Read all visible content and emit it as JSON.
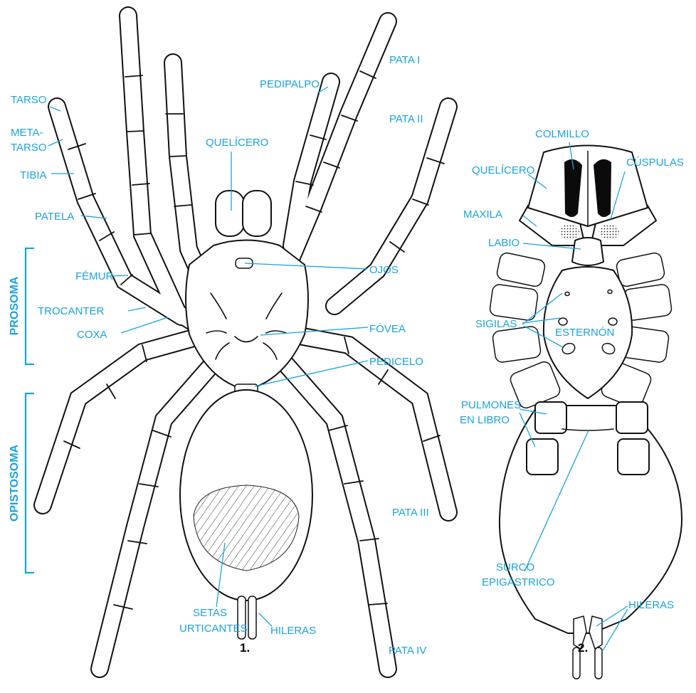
{
  "figure1": {
    "labels": {
      "tarso": "TARSO",
      "metatarso_1": "META-",
      "metatarso_2": "TARSO",
      "tibia": "TIBIA",
      "patela": "PATELA",
      "femur": "FÉMUR",
      "trocanter": "TROCANTER",
      "coxa": "COXA",
      "quelicero": "QUELÍCERO",
      "pedipalpo": "PEDIPALPO",
      "pata_i": "PATA I",
      "pata_ii": "PATA II",
      "pata_iii": "PATA III",
      "pata_iv": "PATA IV",
      "ojos": "OJOS",
      "fovea": "FÓVEA",
      "pedicelo": "PEDICELO",
      "setas_1": "SETAS",
      "setas_2": "URTICANTES",
      "hileras": "HILERAS"
    },
    "sections": {
      "prosoma": "PROSOMA",
      "opistosoma": "OPISTOSOMA"
    },
    "number": "1."
  },
  "figure2": {
    "labels": {
      "colmillo": "COLMILLO",
      "quelicero": "QUELÍCERO",
      "cuspulas": "CÚSPULAS",
      "maxila": "MAXILA",
      "labio": "LABIO",
      "sigilas": "SIGILAS",
      "esternon": "ESTERNÓN",
      "pulmones_1": "PULMONES",
      "pulmones_2": "EN LIBRO",
      "surco_1": "SURCO",
      "surco_2": "EPIGÁSTRICO",
      "hileras": "HILERAS"
    },
    "number": "2."
  },
  "colors": {
    "label": "#1aa3de",
    "outline": "#111111",
    "background": "#ffffff"
  }
}
